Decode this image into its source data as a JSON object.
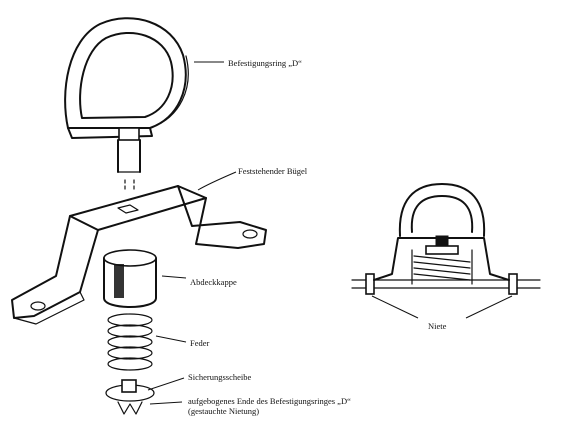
{
  "labels": {
    "ring": "Befestigungsring „D“",
    "bracket": "Feststehender Bügel",
    "cap": "Abdeckkappe",
    "spring": "Feder",
    "washer": "Sicherungsscheibe",
    "bent_end_line1": "aufgebogenes Ende des Befestigungsringes „D“",
    "bent_end_line2": "(gestauchte Nietung)",
    "rivet": "Niete"
  }
}
